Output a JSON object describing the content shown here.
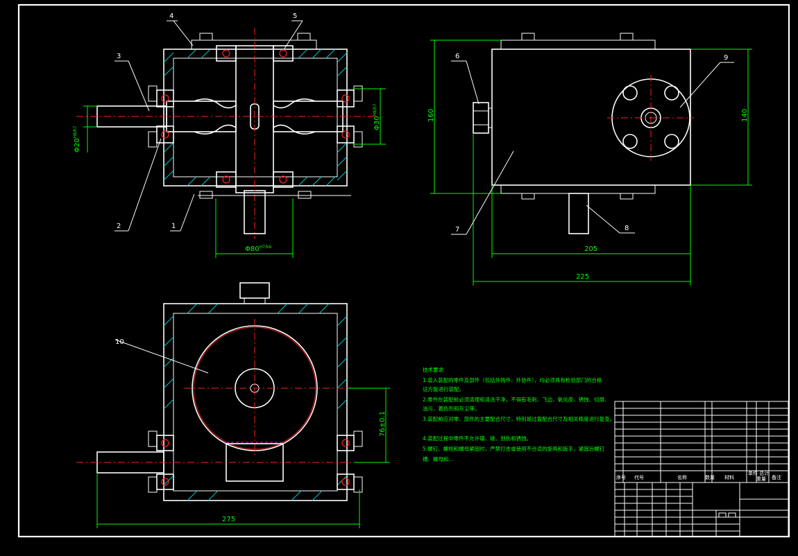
{
  "colors": {
    "background": "#000000",
    "outline": "#ffffff",
    "dimension": "#00ff00",
    "centerline": "#ff2020",
    "hatch": "#00c8c8",
    "hidden": "#ff00ff"
  },
  "part_labels": [
    "1",
    "2",
    "3",
    "4",
    "5",
    "6",
    "7",
    "8",
    "9",
    "10"
  ],
  "dimensions": {
    "shaft_left": "Φ20",
    "shaft_left_fit": "H8/h7",
    "shaft_right": "Φ30",
    "shaft_right_fit": "H8/h7",
    "flange": "Φ80",
    "flange_fit": "H7/k6",
    "height_left": "160",
    "height_right": "140",
    "width_inner": "205",
    "width_outer": "225",
    "center_distance": "76±0.1",
    "base_width": "275"
  },
  "tech_requirements": {
    "title": "技术要求",
    "items": [
      "1.装入装配的零件及部件（包括外购件、外协件），均必须具有检验部门的合格",
      "证方能进行装配。",
      "2.零件在装配前必须清理和清洗干净，不得有毛刺、飞边、氧化皮、锈蚀、切屑、",
      "油污、着色剂和灰尘等。",
      "3.装配前应对零、部件的主要配合尺寸，特别是过盈配合尺寸及相关精度进行复查。",
      "4.装配过程中零件不允许磕、碰、划伤和锈蚀。",
      "5.螺钉、螺栓和螺母紧固时，严禁打击或使用不合适的旋具和扳手。紧固后螺钉",
      "槽、螺母和..."
    ]
  },
  "title_block": {
    "col_seq": "序号",
    "col_code": "代号",
    "col_name": "名称",
    "col_qty": "数量",
    "col_material": "材料",
    "col_weight": "单件 总计",
    "col_weight_unit": "重量",
    "col_remark": "备注"
  }
}
